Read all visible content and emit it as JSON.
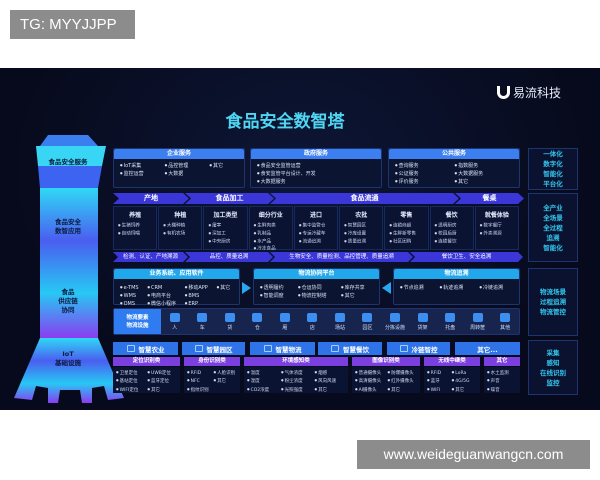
{
  "overlay": {
    "tg_label": "TG: MYYJJPP",
    "watermark": "www.weideguanwangcn.com"
  },
  "header": {
    "title": "食品安全数智塔",
    "logo_text": "易流科技"
  },
  "tower": {
    "top": "食品安全服务",
    "app": "食品安全\n数智应用",
    "supply": "食品\n供应链\n协同",
    "iot": "IoT\n基础设施"
  },
  "services": [
    {
      "title": "企业服务",
      "items": [
        "IoT采集",
        "品控管理",
        "其它",
        "监控运营",
        "大数据"
      ],
      "cols": 3
    },
    {
      "title": "政府服务",
      "items": [
        "食品安全监管运营",
        "食安监管平台设计、开发",
        "大数据服务"
      ],
      "cols": 1
    },
    {
      "title": "公共服务",
      "items": [
        "查询服务",
        "指数服务",
        "公证服务",
        "大数据服务",
        "评价服务",
        "其它"
      ],
      "cols": 2
    }
  ],
  "side_labels": {
    "services": [
      "一体化",
      "数字化",
      "智能化",
      "平台化"
    ],
    "chain": [
      "全产业",
      "全场景",
      "全过程",
      "追溯",
      "智能化"
    ],
    "logistics": [
      "物流场景",
      "过程追溯",
      "物流管控"
    ],
    "iot": [
      "采集",
      "感知",
      "在线识别",
      "监控"
    ]
  },
  "stages": [
    "产地",
    "食品加工",
    "食品流通",
    "餐桌"
  ],
  "chain_columns": [
    {
      "title": "养殖",
      "items": [
        "生猪饲养",
        "自动饲喂"
      ]
    },
    {
      "title": "种植",
      "items": [
        "大棚种植",
        "有机农场"
      ]
    },
    {
      "title": "加工类型",
      "items": [
        "屠宰",
        "深加工",
        "中央厨房"
      ]
    },
    {
      "title": "细分行业",
      "items": [
        "生鲜肉类",
        "乳制品",
        "水产品",
        "冷冻食品"
      ]
    },
    {
      "title": "进口",
      "items": [
        "集中监管仓",
        "专运冷藏车",
        "流通追溯"
      ]
    },
    {
      "title": "农批",
      "items": [
        "智慧园区",
        "冷库设置",
        "质量追溯"
      ]
    },
    {
      "title": "零售",
      "items": [
        "连锁商超",
        "生鲜新零售",
        "社区团购"
      ]
    },
    {
      "title": "餐饮",
      "items": [
        "透明厨房",
        "校园后厨",
        "连锁餐饮"
      ]
    },
    {
      "title": "就餐体验",
      "items": [
        "数字餐厅",
        "外卖溯源"
      ]
    }
  ],
  "chain_bottom": [
    "检测、认证、产地溯源",
    "品控、质量追溯",
    "生物安全、质量检测、品控管理、质量追溯",
    "餐饮卫生、安全追溯"
  ],
  "logistics": {
    "systems": {
      "title": "业务系统、应用软件",
      "items": [
        "e-TMS",
        "CRM",
        "移动APP",
        "其它",
        "WMS",
        "电商平台",
        "BMS",
        "",
        "OMS",
        "微信小程序",
        "ERP",
        ""
      ]
    },
    "platform": {
      "title": "物流协同平台",
      "items": [
        "透明履约",
        "仓运协同",
        "库存共享",
        "智能调度",
        "物流控制塔",
        "其它"
      ]
    },
    "trace": {
      "title": "物流追溯",
      "items": [
        "节点追溯",
        "轨迹追溯",
        "冷链追溯"
      ]
    },
    "elements_label": "物流要素\n物流设施",
    "elements": [
      "人",
      "车",
      "货",
      "仓",
      "厢",
      "店",
      "场站",
      "园区",
      "分拣设施",
      "货架",
      "托盘",
      "周转筐",
      "其他"
    ]
  },
  "smart": [
    "智慧农业",
    "智慧园区",
    "智慧物流",
    "智慧餐饮",
    "冷链智控",
    "其它..."
  ],
  "iot_categories": [
    {
      "title": "定位识别类",
      "items": [
        "卫星定位",
        "UWB定位",
        "基站定位",
        "蓝牙定位",
        "WIFI定位",
        "其它"
      ],
      "cols": 2
    },
    {
      "title": "身份识别类",
      "items": [
        "RFID",
        "人脸识别",
        "NFC",
        "其它",
        "指纹识别"
      ],
      "cols": 2
    },
    {
      "title": "环境感知类",
      "items": [
        "温度",
        "气体浓度",
        "烟感",
        "湿度",
        "粉尘浓度",
        "风向风速",
        "CO2浓度",
        "光照强度",
        "其它"
      ],
      "cols": 3
    },
    {
      "title": "图像识别类",
      "items": [
        "普通摄像头",
        "防爆摄像头",
        "高清摄像头",
        "红外摄像头",
        "AI摄像头",
        "其它"
      ],
      "cols": 2
    },
    {
      "title": "无线中继类",
      "items": [
        "RFID",
        "LoRa",
        "蓝牙",
        "4G/5G",
        "WIFI",
        "其它"
      ],
      "cols": 2
    },
    {
      "title": "其它",
      "items": [
        "水土监测",
        "声音",
        "噪音"
      ],
      "cols": 1
    }
  ],
  "colors": {
    "background": "#070a1c",
    "title": "#4fd6f2",
    "service_header": "#3b7ff0",
    "stage": "#3a36d8",
    "logistics_header": "#20a8ea",
    "iot_category": "#7b3fe0"
  }
}
